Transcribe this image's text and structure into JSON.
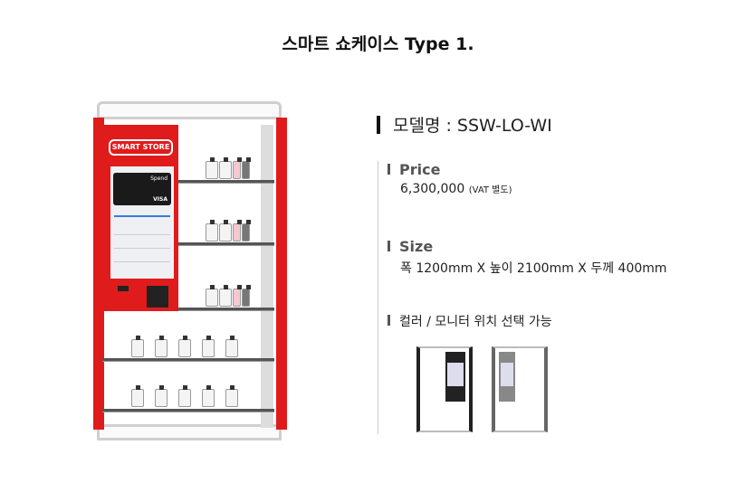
{
  "title": "스마트 쇼케이스 Type 1.",
  "cabinet": {
    "logo_text": "SMART STORE",
    "screen_card_brand": "Spend",
    "screen_card_network": "VISA"
  },
  "model": {
    "label": "모델명 : SSW-LO-WI"
  },
  "price": {
    "heading": "Price",
    "value": "6,300,000",
    "note": "(VAT 별도)"
  },
  "size": {
    "heading": "Size",
    "value": "폭 1200mm X 높이 2100mm X 두께 400mm"
  },
  "options": {
    "heading": "컬러 / 모니터 위치 선택 가능",
    "variants": [
      "black",
      "gray"
    ]
  },
  "colors": {
    "accent": "#e01b1b"
  }
}
